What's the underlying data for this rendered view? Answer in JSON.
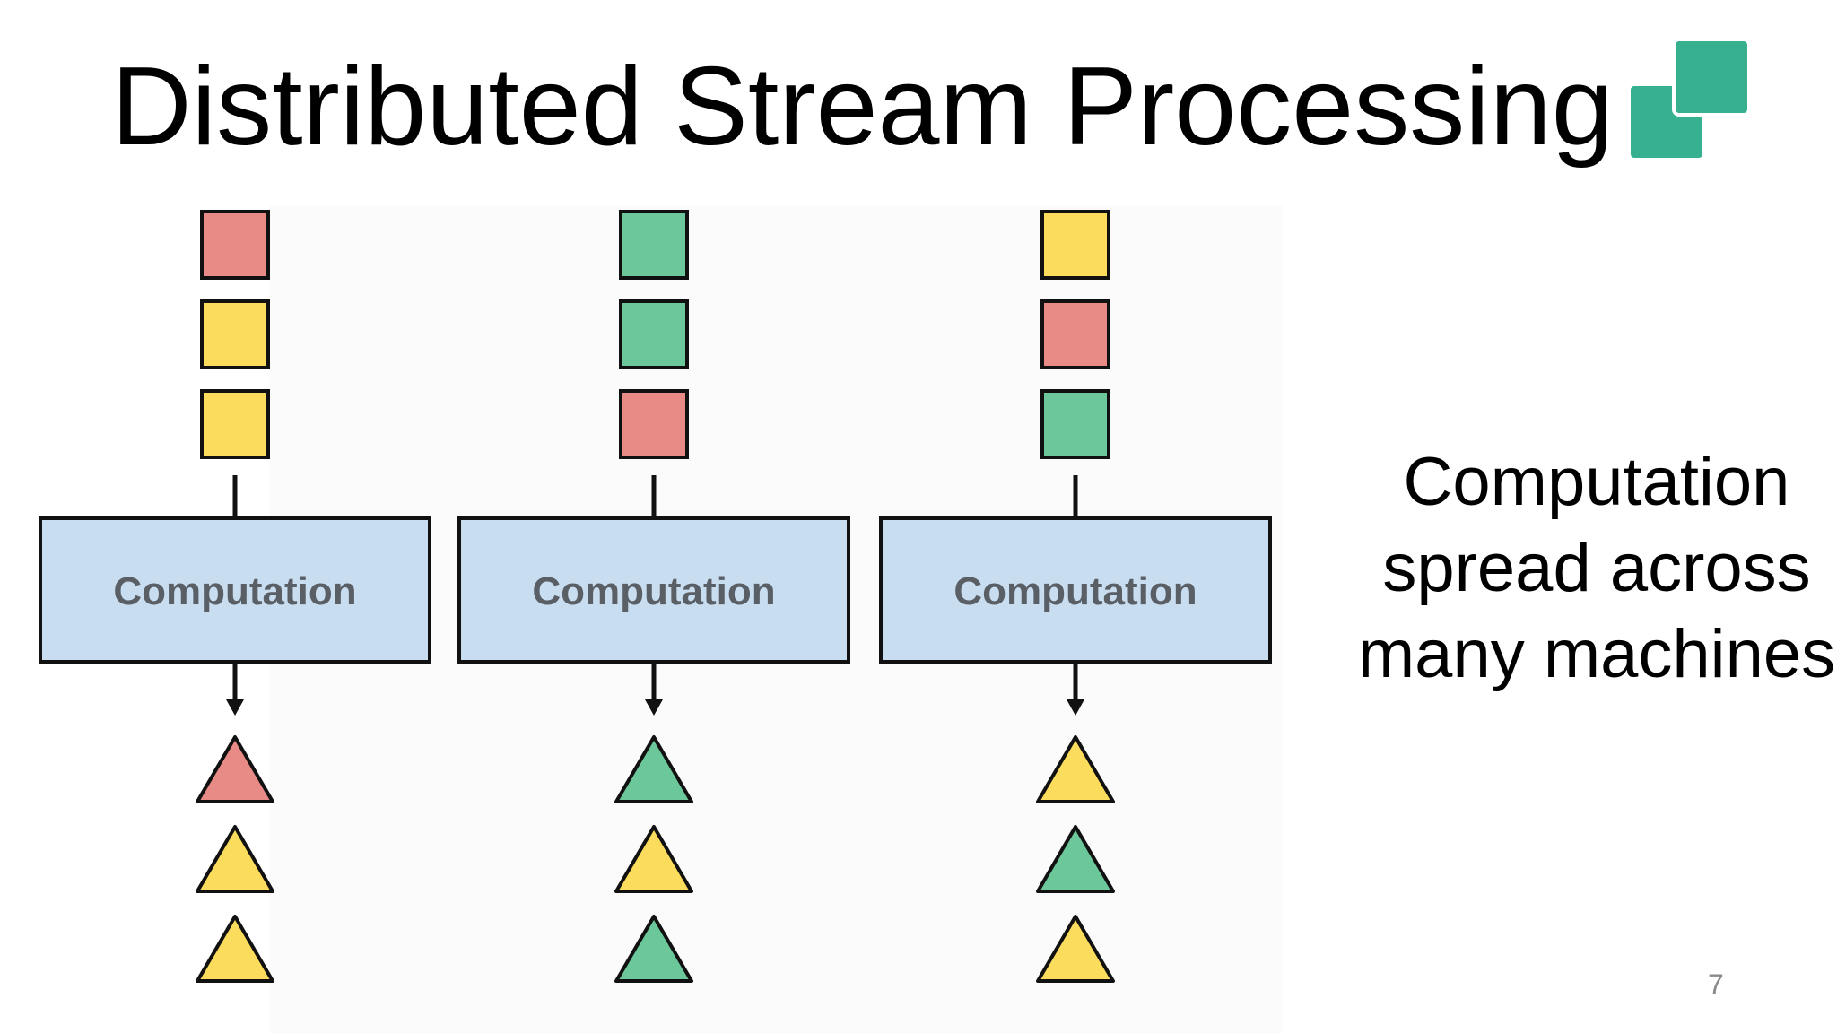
{
  "slide": {
    "title": "Distributed Stream Processing",
    "side_note": [
      "Computation",
      "spread across",
      "many machines"
    ],
    "page_number": "7"
  },
  "colors": {
    "red": "#e88b87",
    "yellow": "#fcdc5d",
    "green": "#6cc89b",
    "box_fill": "#c9ddf1",
    "box_label": "#5a5f66",
    "logo": "#36b08f",
    "stroke": "#111111"
  },
  "diagram": {
    "columns": [
      {
        "inputs": [
          "red",
          "yellow",
          "yellow"
        ],
        "box_label": "Computation",
        "outputs": [
          "red",
          "yellow",
          "yellow"
        ]
      },
      {
        "inputs": [
          "green",
          "green",
          "red"
        ],
        "box_label": "Computation",
        "outputs": [
          "green",
          "yellow",
          "green"
        ]
      },
      {
        "inputs": [
          "yellow",
          "red",
          "green"
        ],
        "box_label": "Computation",
        "outputs": [
          "yellow",
          "green",
          "yellow"
        ]
      }
    ]
  }
}
